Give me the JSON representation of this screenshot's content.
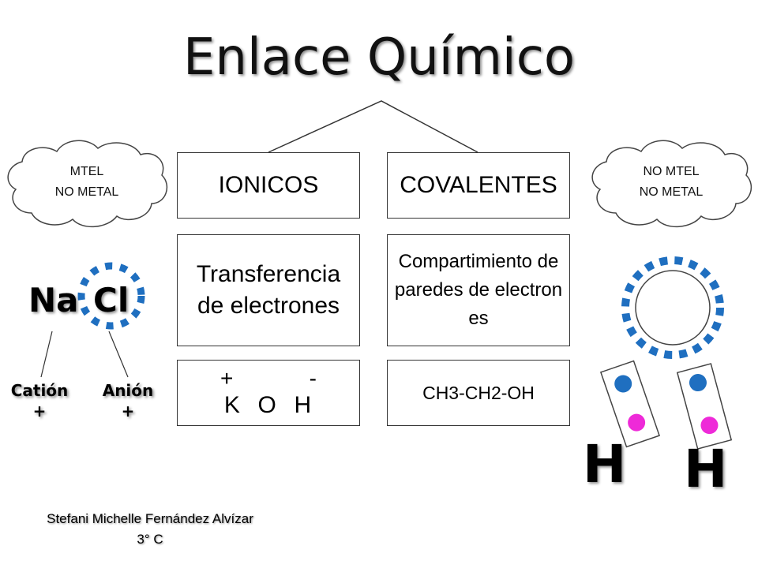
{
  "title": "Enlace Químico",
  "left_column": {
    "header": "IONICOS",
    "description": "Transferencia de electrones",
    "example": {
      "charge_pos": "+",
      "charge_neg": "-",
      "formula": "K  O  H"
    }
  },
  "right_column": {
    "header": "COVALENTES",
    "description": "Compartimiento de paredes de electrones",
    "example": "CH3-CH2-OH"
  },
  "left_cloud": {
    "line1": "MTEL",
    "line2": "NO METAL"
  },
  "right_cloud": {
    "line1": "NO MTEL",
    "line2": "NO METAL"
  },
  "ionic_illustration": {
    "atom1": "Na",
    "atom2": "Cl",
    "label1": "Catión",
    "label1_sign": "+",
    "label2": "Anión",
    "label2_sign": "+"
  },
  "covalent_illustration": {
    "atom_left": "H",
    "atom_right": "H"
  },
  "author": {
    "name": "Stefani Michelle Fernández Alvízar",
    "grade": "3° C"
  },
  "colors": {
    "electron_blue": "#1f6fc0",
    "electron_pink": "#ee2ad8"
  }
}
